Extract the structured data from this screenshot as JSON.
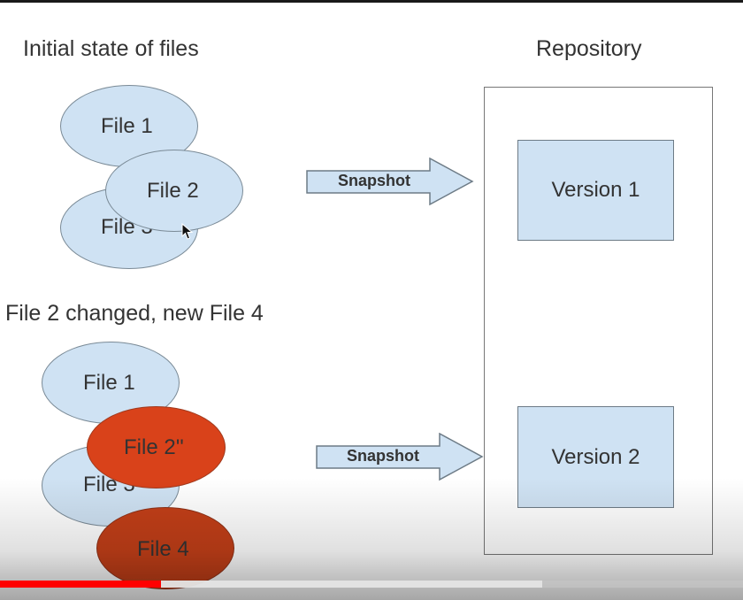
{
  "slide": {
    "initial_title": "Initial state of files",
    "changed_title": "File 2 changed, new File 4",
    "repository_title": "Repository"
  },
  "initial_files": {
    "file1": "File 1",
    "file2": "File 2",
    "file3": "File 3"
  },
  "changed_files": {
    "file1": "File 1",
    "file2": "File 2''",
    "file3": "File 3",
    "file4": "File 4"
  },
  "snapshots": {
    "first": "Snapshot",
    "second": "Snapshot"
  },
  "repository": {
    "version1": "Version 1",
    "version2": "Version 2"
  },
  "player": {
    "progress_fraction": 0.217,
    "buffered_fraction": 0.73
  },
  "colors": {
    "file_fill": "#cfe2f3",
    "changed_fill": "#d9421a",
    "new_fill": "#c33f18",
    "progress_red": "#ff0000"
  },
  "icons": {
    "cursor": "mouse-pointer-icon"
  }
}
